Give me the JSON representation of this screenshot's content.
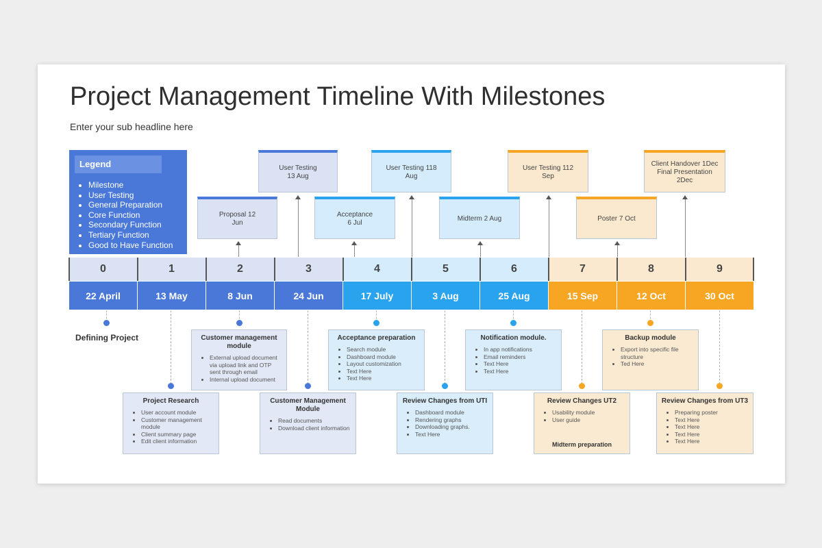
{
  "title": "Project Management Timeline With Milestones",
  "subtitle": "Enter your sub headline here",
  "legend": {
    "title": "Legend",
    "items": [
      "Milestone",
      "User Testing",
      "General Preparation",
      "Core Function",
      "Secondary Function",
      "Tertiary Function",
      "Good to Have Function"
    ]
  },
  "colors": {
    "dark_blue": "#4a78d8",
    "light_blue": "#2aa3ef",
    "orange": "#f6a623",
    "num_blue_bg": "#dae2f3",
    "num_light_bg": "#d4ecfb",
    "num_orange_bg": "#fbe9cf"
  },
  "timeline": [
    {
      "num": "0",
      "date": "22 April"
    },
    {
      "num": "1",
      "date": "13 May"
    },
    {
      "num": "2",
      "date": "8 Jun"
    },
    {
      "num": "3",
      "date": "24 Jun"
    },
    {
      "num": "4",
      "date": "17 July"
    },
    {
      "num": "5",
      "date": "3 Aug"
    },
    {
      "num": "6",
      "date": "25 Aug"
    },
    {
      "num": "7",
      "date": "15 Sep"
    },
    {
      "num": "8",
      "date": "12 Oct"
    },
    {
      "num": "9",
      "date": "30 Oct"
    }
  ],
  "top_boxes": [
    {
      "text": "User Testing\n13 Aug"
    },
    {
      "text": "User Testing 118\nAug"
    },
    {
      "text": "User Testing 112\nSep"
    },
    {
      "text": "Client Handover 1Dec\nFinal Presentation\n2Dec"
    },
    {
      "text": "Proposal 12\nJun"
    },
    {
      "text": "Acceptance\n6 Jul"
    },
    {
      "text": "Midterm 2 Aug"
    },
    {
      "text": "Poster 7 Oct"
    }
  ],
  "defining_label": "Defining Project",
  "cards": [
    {
      "title": "Customer management module",
      "items": [
        "External upload document via upload link and OTP sent through email",
        "Internal upload document"
      ]
    },
    {
      "title": "Acceptance preparation",
      "items": [
        "Search module",
        "Dashboard module",
        "Layout customization",
        "Text Here",
        "Text Here"
      ]
    },
    {
      "title": "Notification module.",
      "items": [
        "In app notifications",
        "Email reminders",
        "Text Here",
        "Text Here"
      ]
    },
    {
      "title": "Backup module",
      "items": [
        "Export into specific file structure",
        "Ted Here"
      ]
    },
    {
      "title": "Project Research",
      "items": [
        "User account module",
        "Customer management module",
        "Client summary page",
        "Edit client information"
      ]
    },
    {
      "title": "Customer Management Module",
      "items": [
        "Read documents",
        "Download client information"
      ]
    },
    {
      "title": "Review Changes from UTI",
      "items": [
        "Dashboard module",
        "Rendering graphs",
        "Downloading graphs.",
        "Text Here"
      ]
    },
    {
      "title": "Review Changes UT2",
      "items": [
        "Usability module",
        "User guide"
      ],
      "footer": "Midterm preparation"
    },
    {
      "title": "Review Changes from UT3",
      "items": [
        "Preparing poster",
        "Text Here",
        "Text Here",
        "Text Here",
        "Text Here"
      ]
    }
  ]
}
